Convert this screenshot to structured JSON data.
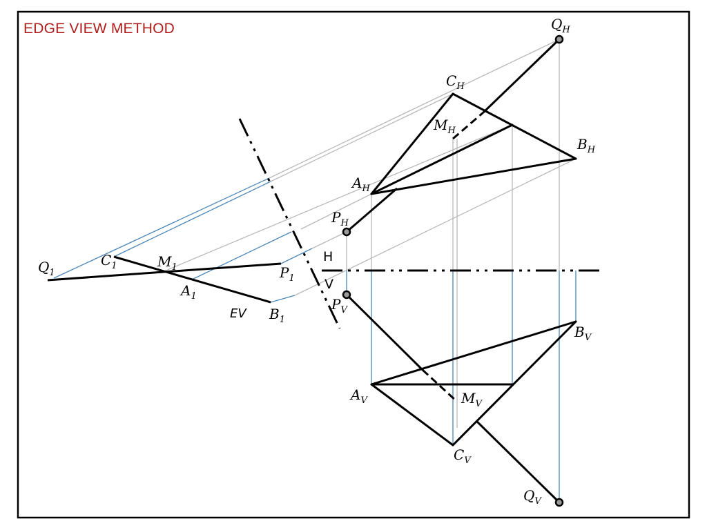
{
  "title": "EDGE VIEW METHOD",
  "colors": {
    "title": "#b01c1c",
    "projector_gray": "#b8b8b8",
    "projector_blue": "#4a86b8",
    "line": "#000000"
  },
  "fold_line": {
    "upper_label": "H",
    "lower_label": "V"
  },
  "edge_view_label": "EV",
  "points": {
    "QH": {
      "main": "Q",
      "sub": "H"
    },
    "CH": {
      "main": "C",
      "sub": "H"
    },
    "MH": {
      "main": "M",
      "sub": "H"
    },
    "BH": {
      "main": "B",
      "sub": "H"
    },
    "AH": {
      "main": "A",
      "sub": "H"
    },
    "PH": {
      "main": "P",
      "sub": "H"
    },
    "PV": {
      "main": "P",
      "sub": "V"
    },
    "BV": {
      "main": "B",
      "sub": "V"
    },
    "AV": {
      "main": "A",
      "sub": "V"
    },
    "MV": {
      "main": "M",
      "sub": "V"
    },
    "CV": {
      "main": "C",
      "sub": "V"
    },
    "QV": {
      "main": "Q",
      "sub": "V"
    },
    "Q1": {
      "main": "Q",
      "sub": "1"
    },
    "C1": {
      "main": "C",
      "sub": "1"
    },
    "M1": {
      "main": "M",
      "sub": "1"
    },
    "A1": {
      "main": "A",
      "sub": "1"
    },
    "P1": {
      "main": "P",
      "sub": "1"
    },
    "B1": {
      "main": "B",
      "sub": "1"
    }
  }
}
